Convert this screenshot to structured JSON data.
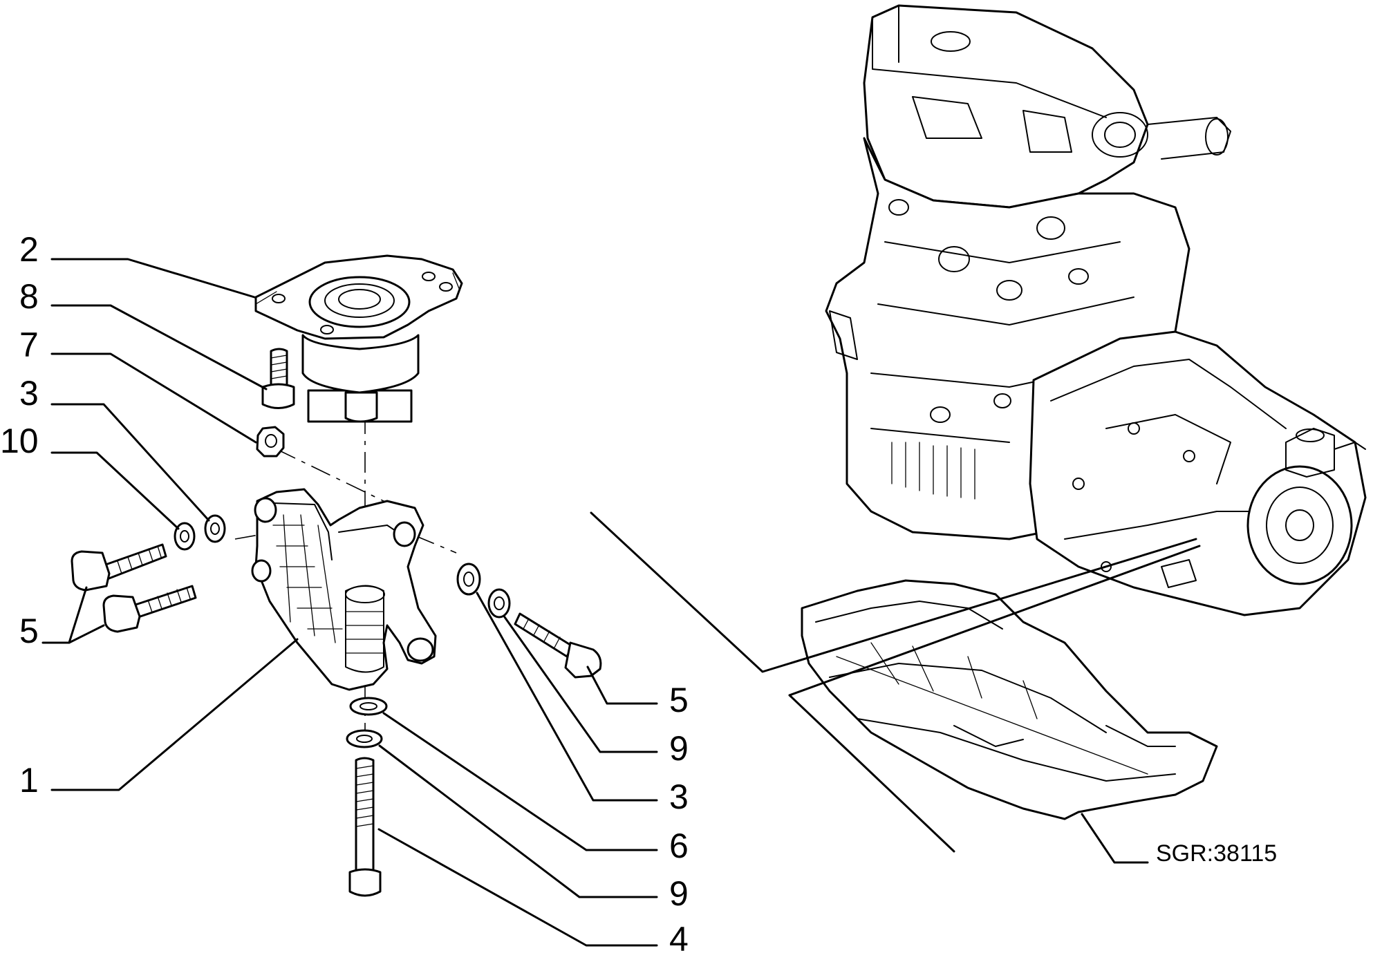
{
  "callouts": {
    "c_2": "2",
    "c_8": "8",
    "c_7": "7",
    "c_3_left": "3",
    "c_10": "10",
    "c_5_left": "5",
    "c_1": "1",
    "c_5_right": "5",
    "c_9_right": "9",
    "c_3_right": "3",
    "c_6": "6",
    "c_9_bottom": "9",
    "c_4": "4"
  },
  "reference": "SGR:38115",
  "colors": {
    "ink": "#000000",
    "paper": "#ffffff"
  }
}
